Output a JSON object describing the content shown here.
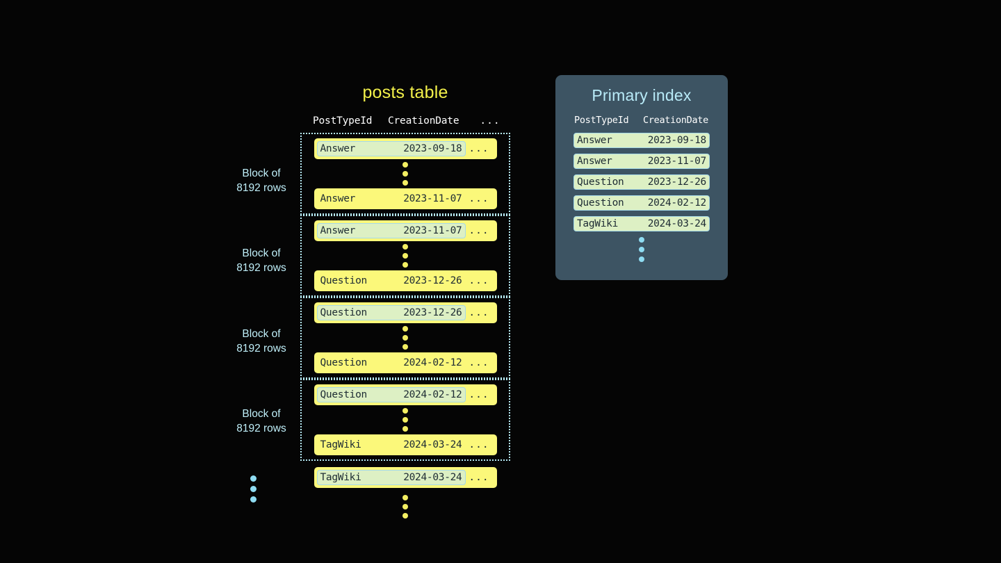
{
  "posts_table": {
    "title": "posts table",
    "columns": [
      "PostTypeId",
      "CreationDate",
      "..."
    ],
    "trailing_cell": "...",
    "blocks": [
      {
        "label_line1": "Block of",
        "label_line2": "8192 rows",
        "first_row": {
          "type": "Answer",
          "date": "2023-09-18",
          "highlighted": true
        },
        "last_row": {
          "type": "Answer",
          "date": "2023-11-07",
          "highlighted": false
        }
      },
      {
        "label_line1": "Block of",
        "label_line2": "8192 rows",
        "first_row": {
          "type": "Answer",
          "date": "2023-11-07",
          "highlighted": true
        },
        "last_row": {
          "type": "Question",
          "date": "2023-12-26",
          "highlighted": false
        }
      },
      {
        "label_line1": "Block of",
        "label_line2": "8192 rows",
        "first_row": {
          "type": "Question",
          "date": "2023-12-26",
          "highlighted": true
        },
        "last_row": {
          "type": "Question",
          "date": "2024-02-12",
          "highlighted": false
        }
      },
      {
        "label_line1": "Block of",
        "label_line2": "8192 rows",
        "first_row": {
          "type": "Question",
          "date": "2024-02-12",
          "highlighted": true
        },
        "last_row": {
          "type": "TagWiki",
          "date": "2024-03-24",
          "highlighted": false
        }
      }
    ],
    "tail_row": {
      "type": "TagWiki",
      "date": "2024-03-24",
      "highlighted": true
    }
  },
  "primary_index": {
    "title": "Primary index",
    "columns": [
      "PostTypeId",
      "CreationDate"
    ],
    "rows": [
      {
        "type": "Answer",
        "date": "2023-09-18"
      },
      {
        "type": "Answer",
        "date": "2023-11-07"
      },
      {
        "type": "Question",
        "date": "2023-12-26"
      },
      {
        "type": "Question",
        "date": "2024-02-12"
      },
      {
        "type": "TagWiki",
        "date": "2024-03-24"
      }
    ]
  },
  "colors": {
    "background": "#050505",
    "row_yellow": "#fbf87a",
    "highlight_green": "#ddf0c4",
    "highlight_border": "#a5d9e8",
    "panel_slate": "#3d5463",
    "accent_blue": "#b8eaf7",
    "title_yellow": "#f2f04a",
    "dot_yellow": "#f3ef62",
    "dot_blue": "#8fdcf2",
    "text_dark": "#1d2b33"
  }
}
